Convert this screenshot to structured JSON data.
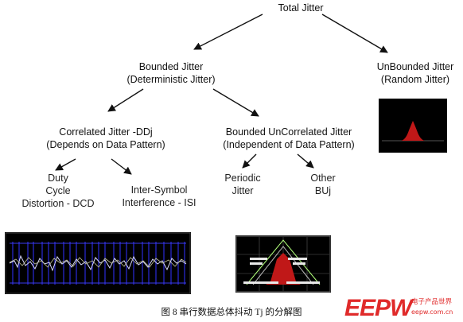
{
  "nodes": {
    "total": "Total Jitter",
    "bounded": "Bounded Jitter\n(Deterministic Jitter)",
    "unbounded": "UnBounded Jitter\n(Random Jitter)",
    "correlated": "Correlated Jitter -DDj\n(Depends on Data Pattern)",
    "uncorrelated": "Bounded UnCorrelated Jitter\n(Independent of Data Pattern)",
    "dcd": "Duty\nCycle\nDistortion - DCD",
    "isi": "Inter-Symbol\nInterference - ISI",
    "periodic": "Periodic\nJitter",
    "other": "Other\nBUj"
  },
  "caption": "图 8 串行数据总体抖动 Tj 的分解图",
  "logo": {
    "mark": "EEPW",
    "tagline": "电子产品世界",
    "url": "eepw.com.cn"
  },
  "colors": {
    "panel_bg": "#000000",
    "distribution": "#c01818",
    "waveform": "#3a3af0",
    "logo": "#e02a2a"
  }
}
